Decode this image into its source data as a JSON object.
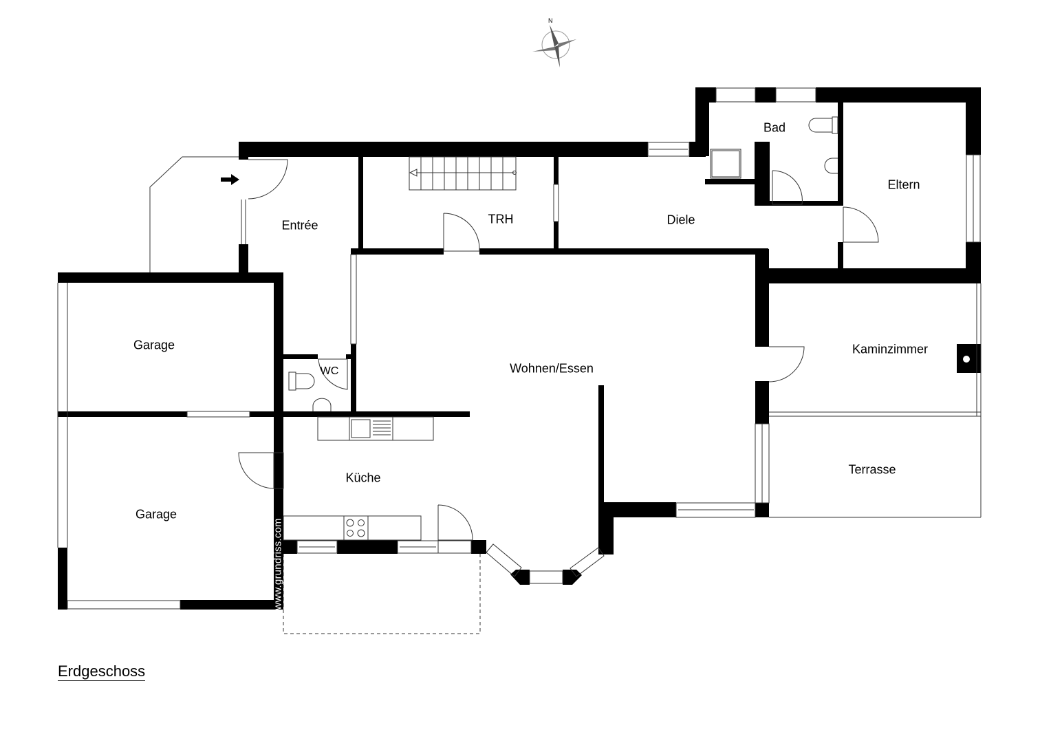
{
  "floor": {
    "title": "Erdgeschoss",
    "watermark": "www.grundriss.com",
    "compass": {
      "label": "N",
      "icon": "compass-rose-icon"
    }
  },
  "rooms": [
    {
      "id": "entree",
      "label": "Entrée"
    },
    {
      "id": "trh",
      "label": "TRH"
    },
    {
      "id": "diele",
      "label": "Diele"
    },
    {
      "id": "bad",
      "label": "Bad"
    },
    {
      "id": "eltern",
      "label": "Eltern"
    },
    {
      "id": "garage1",
      "label": "Garage"
    },
    {
      "id": "wc",
      "label": "WC"
    },
    {
      "id": "wohnen",
      "label": "Wohnen/Essen"
    },
    {
      "id": "kaminzimmer",
      "label": "Kaminzimmer"
    },
    {
      "id": "terrasse",
      "label": "Terrasse"
    },
    {
      "id": "kueche",
      "label": "Küche"
    },
    {
      "id": "garage2",
      "label": "Garage"
    }
  ],
  "colors": {
    "wall": "#000000",
    "line": "#555555",
    "background": "#ffffff"
  }
}
